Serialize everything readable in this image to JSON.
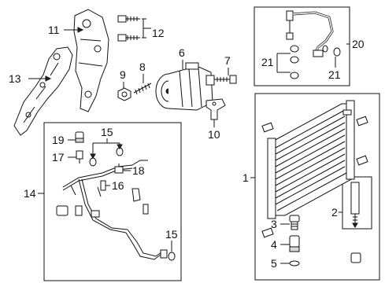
{
  "callouts": {
    "c1": "1",
    "c2": "2",
    "c3": "3",
    "c4": "4",
    "c5": "5",
    "c6": "6",
    "c7": "7",
    "c8": "8",
    "c9": "9",
    "c10": "10",
    "c11": "11",
    "c12": "12",
    "c13": "13",
    "c14": "14",
    "c15a": "15",
    "c15b": "15",
    "c16": "16",
    "c17": "17",
    "c18": "18",
    "c19": "19",
    "c20": "20",
    "c21a": "21",
    "c21b": "21"
  }
}
